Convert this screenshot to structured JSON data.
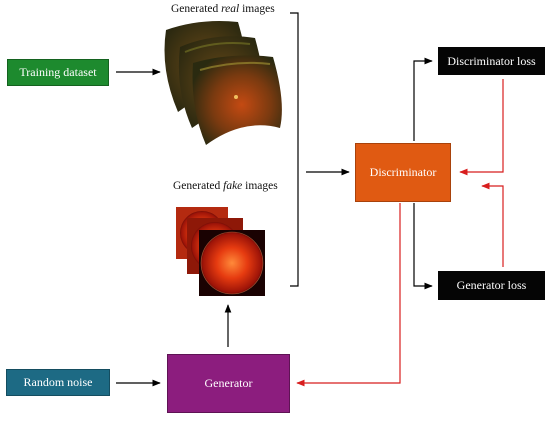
{
  "boxes": {
    "training": "Training dataset",
    "noise": "Random noise",
    "generator": "Generator",
    "discriminator": "Discriminator",
    "disc_loss": "Discriminator loss",
    "gen_loss": "Generator loss"
  },
  "captions": {
    "real_prefix": "Generated ",
    "real_emph": "real",
    "real_suffix": " images",
    "fake_prefix": "Generated ",
    "fake_emph": "fake",
    "fake_suffix": " images"
  },
  "colors": {
    "training": "#1d8a2e",
    "noise": "#1d6a84",
    "generator": "#8c1d7e",
    "discriminator": "#e05a12",
    "loss": "#050505",
    "feedback_arrow": "#d81e1e",
    "arrow": "#000000"
  }
}
